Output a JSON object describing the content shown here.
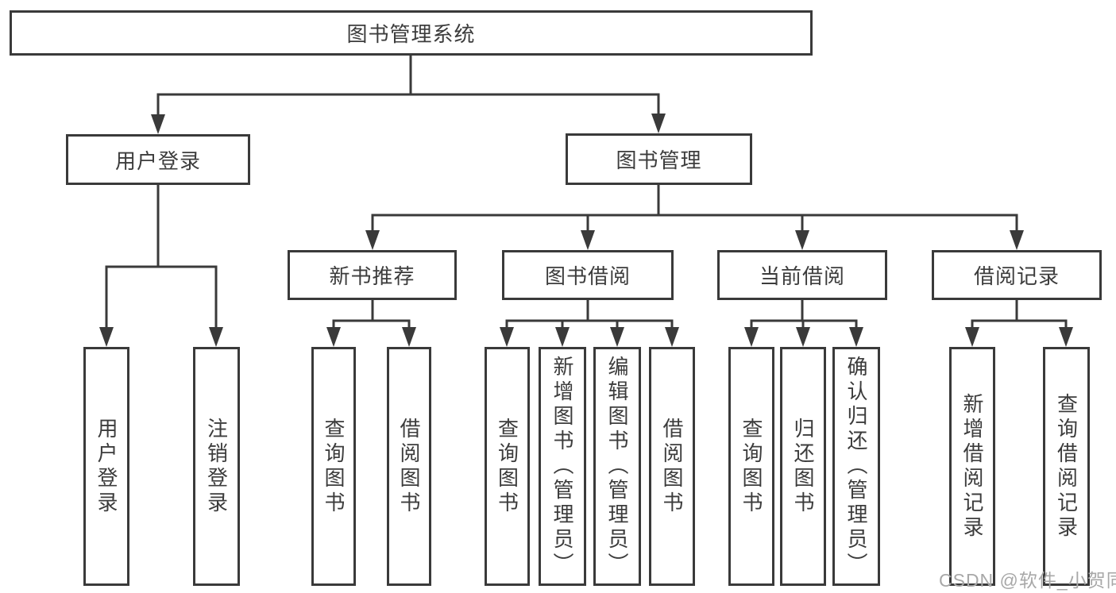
{
  "diagram": {
    "type": "hierarchy-flowchart",
    "title": "图书管理系统",
    "watermark": "CSDN @软件_小贺同学",
    "colors": {
      "line": "#3a3a3a",
      "box_border": "#3a3a3a",
      "text": "#3c3c3c",
      "watermark": "#a8a8a8",
      "background": "#ffffff"
    },
    "nodes": {
      "root": {
        "label": "图书管理系统"
      },
      "user_login": {
        "label": "用户登录"
      },
      "book_mgmt": {
        "label": "图书管理"
      },
      "new_book_rec": {
        "label": "新书推荐"
      },
      "book_borrow": {
        "label": "图书借阅"
      },
      "current_borrow": {
        "label": "当前借阅"
      },
      "borrow_record": {
        "label": "借阅记录"
      },
      "leaf_user_login": {
        "label": "用户登录"
      },
      "leaf_logout": {
        "label": "注销登录"
      },
      "rec_query_book": {
        "label": "查询图书"
      },
      "rec_borrow_book": {
        "label": "借阅图书"
      },
      "bor_query_book": {
        "label": "查询图书"
      },
      "bor_add_book": {
        "label": "新增图书（管理员）"
      },
      "bor_edit_book": {
        "label": "编辑图书（管理员）"
      },
      "bor_borrow_book": {
        "label": "借阅图书"
      },
      "cur_query_book": {
        "label": "查询图书"
      },
      "cur_return_book": {
        "label": "归还图书"
      },
      "cur_confirm_return": {
        "label": "确认归还（管理员）"
      },
      "rcd_add_record": {
        "label": "新增借阅记录"
      },
      "rcd_query_record": {
        "label": "查询借阅记录"
      }
    },
    "edges": [
      "图书管理系统→用户登录",
      "图书管理系统→图书管理",
      "用户登录→用户登录",
      "用户登录→注销登录",
      "图书管理→新书推荐",
      "图书管理→图书借阅",
      "图书管理→当前借阅",
      "图书管理→借阅记录",
      "新书推荐→查询图书",
      "新书推荐→借阅图书",
      "图书借阅→查询图书",
      "图书借阅→新增图书（管理员）",
      "图书借阅→编辑图书（管理员）",
      "图书借阅→借阅图书",
      "当前借阅→查询图书",
      "当前借阅→归还图书",
      "当前借阅→确认归还（管理员）",
      "借阅记录→新增借阅记录",
      "借阅记录→查询借阅记录"
    ]
  }
}
